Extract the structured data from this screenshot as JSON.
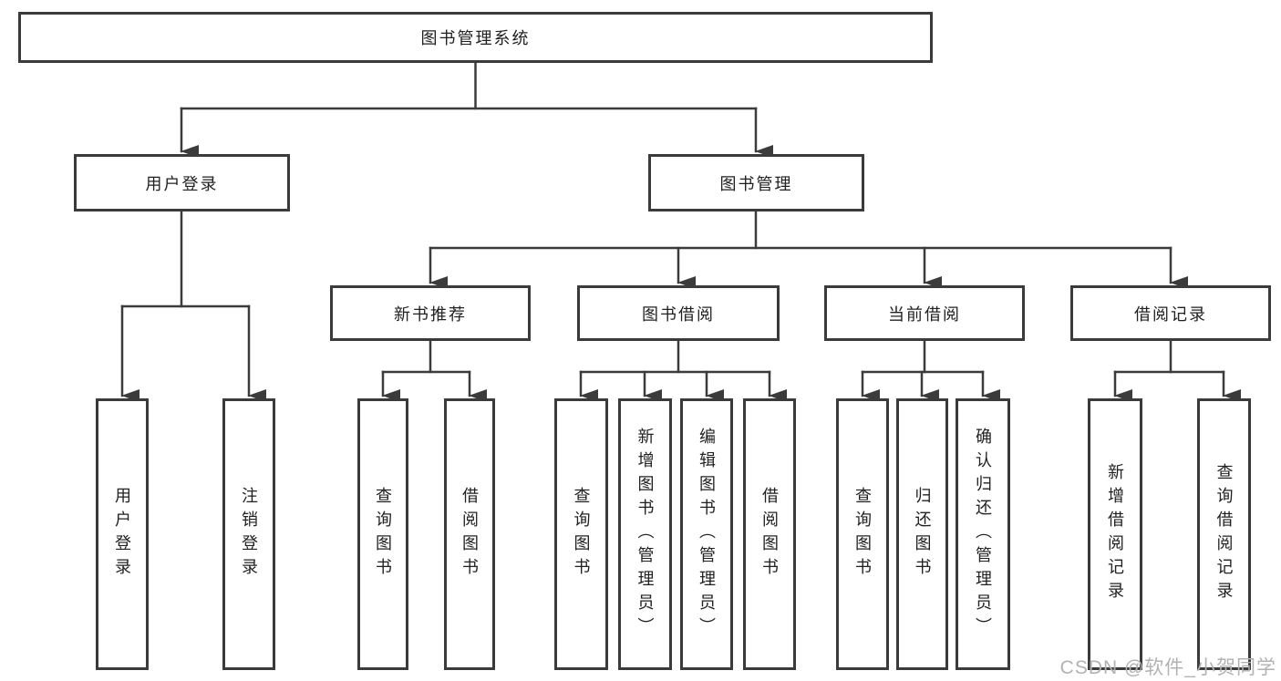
{
  "diagram": {
    "type": "hierarchy-structure-chart",
    "tree": {
      "root": {
        "label": "图书管理系统"
      },
      "branches": [
        {
          "label": "用户登录",
          "children": [
            {
              "label": "用户登录"
            },
            {
              "label": "注销登录"
            }
          ]
        },
        {
          "label": "图书管理",
          "children": [
            {
              "label": "新书推荐",
              "children": [
                {
                  "label": "查询图书"
                },
                {
                  "label": "借阅图书"
                }
              ]
            },
            {
              "label": "图书借阅",
              "children": [
                {
                  "label": "查询图书"
                },
                {
                  "label": "新增图书（管理员）"
                },
                {
                  "label": "编辑图书（管理员）"
                },
                {
                  "label": "借阅图书"
                }
              ]
            },
            {
              "label": "当前借阅",
              "children": [
                {
                  "label": "查询图书"
                },
                {
                  "label": "归还图书"
                },
                {
                  "label": "确认归还（管理员）"
                }
              ]
            },
            {
              "label": "借阅记录",
              "children": [
                {
                  "label": "新增借阅记录"
                },
                {
                  "label": "查询借阅记录"
                }
              ]
            }
          ]
        }
      ]
    }
  },
  "watermark": "CSDN @软件_小贺同学",
  "colors": {
    "line": "#3b3b3b",
    "box_border": "#3b3b3b",
    "text": "#212121",
    "watermark": "#b2b2b2",
    "background": "#ffffff"
  }
}
